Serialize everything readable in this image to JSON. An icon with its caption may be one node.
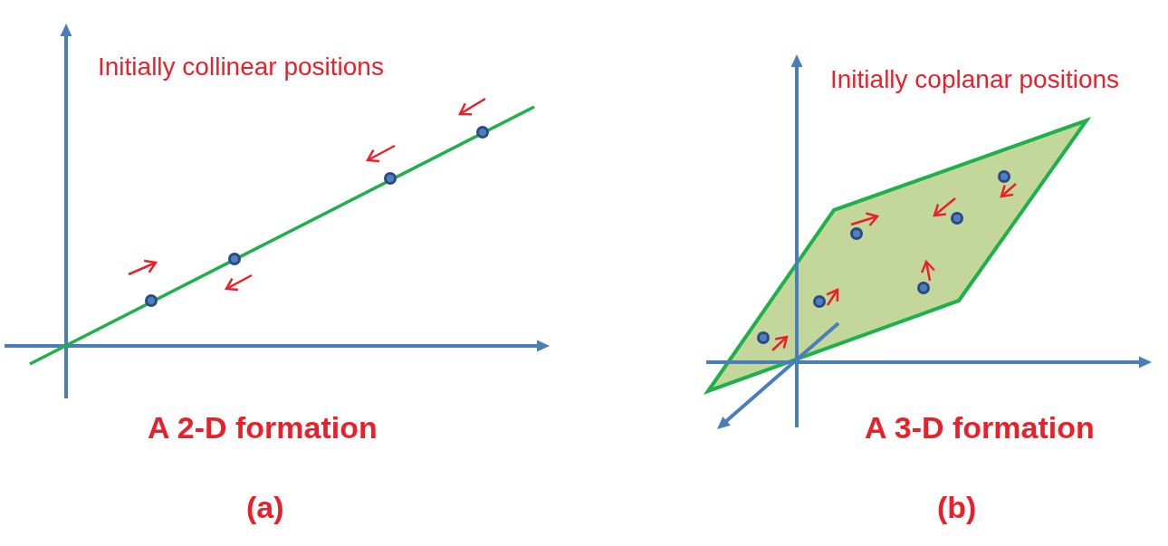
{
  "diagram": {
    "labels": [
      "Initially collinear positions",
      "Initially coplanar positions",
      "A 2-D formation",
      "A 3-D formation",
      "(a)",
      "(b)"
    ]
  }
}
